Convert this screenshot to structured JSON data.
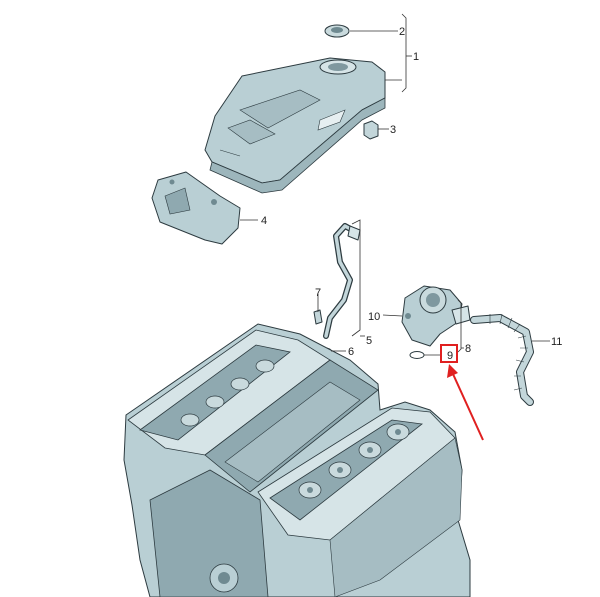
{
  "callouts": {
    "c1": "1",
    "c2": "2",
    "c3": "3",
    "c4": "4",
    "c5": "5",
    "c6": "6",
    "c7": "7",
    "c8": "8",
    "c9": "9",
    "c10": "10",
    "c11": "11"
  },
  "highlight": {
    "box_color": "#e02020",
    "arrow_color": "#e02020"
  },
  "palette": {
    "part_fill": "#b9cfd4",
    "outline": "#2d3b40"
  }
}
